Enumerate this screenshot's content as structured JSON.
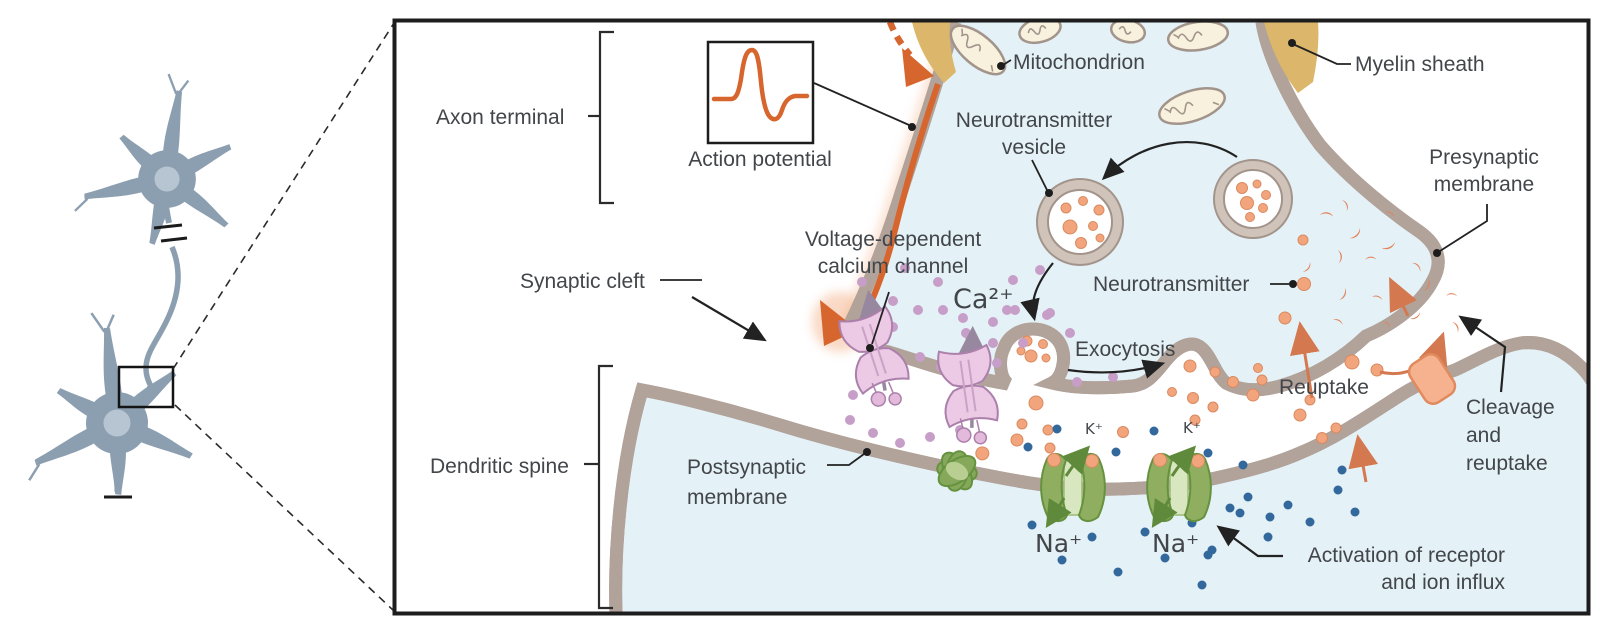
{
  "panel": {
    "labels": {
      "axon_terminal": "Axon terminal",
      "action_potential": "Action potential",
      "synaptic_cleft": "Synaptic cleft",
      "voltage_dependent_l1": "Voltage-dependent",
      "voltage_dependent_l2": "calcium channel",
      "mitochondrion": "Mitochondrion",
      "myelin_sheath": "Myelin sheath",
      "nt_vesicle_l1": "Neurotransmitter",
      "nt_vesicle_l2": "vesicle",
      "presynaptic_l1": "Presynaptic",
      "presynaptic_l2": "membrane",
      "neurotransmitter": "Neurotransmitter",
      "exocytosis": "Exocytosis",
      "reuptake": "Reuptake",
      "cleavage_l1": "Cleavage",
      "cleavage_l2": "and",
      "cleavage_l3": "reuptake",
      "dendritic_spine": "Dendritic spine",
      "postsynaptic_l1": "Postsynaptic",
      "postsynaptic_l2": "membrane",
      "activation_l1": "Activation of receptor",
      "activation_l2": "and ion influx"
    },
    "ions": {
      "calcium": "Ca²⁺",
      "sodium": "Na⁺",
      "potassium": "K⁺"
    },
    "colors": {
      "action_potential": "#d6662e",
      "membrane_edge": "#b1a29a",
      "membrane_fill": "#dbd1c9",
      "cytoplasm": "#e4f1f7",
      "myelin": "#dcb66b",
      "neurotransmitter_dot": "#f2a47d",
      "calcium_dot": "#c79ec8",
      "sodium_dot": "#33689c",
      "calcium_channel": "#ecc9e4",
      "receptor_green": "#86a85a",
      "neuron_body": "#8c9fb1"
    }
  }
}
